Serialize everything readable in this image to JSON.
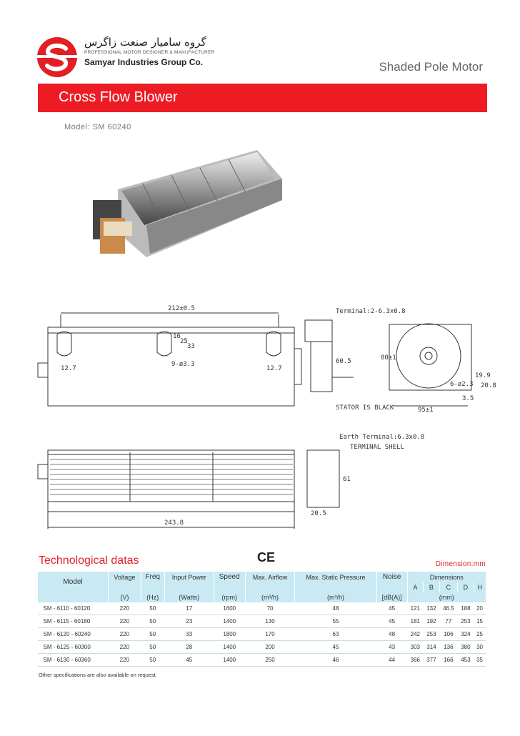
{
  "brand": {
    "persian_name": "گروه سامیار صنعت زاگرس",
    "tagline": "PROFESSIONAL MOTOR DESIGNER & MANUFACTURER",
    "english_name": "Samyar Industries Group Co."
  },
  "header": {
    "category": "Shaded Pole Motor"
  },
  "banner": {
    "title": "Cross Flow Blower"
  },
  "model": {
    "label": "Model: SM 60240"
  },
  "drawing": {
    "top_length": "212±0.5",
    "slot_dims": [
      "16",
      "25",
      "33"
    ],
    "hole_label": "9-ø3.3",
    "left_edge": "12.7",
    "right_edge": "12.7",
    "terminal": "Terminal:2-6.3x0.8",
    "height_side": "60.5",
    "stator_note": "STATOR IS BLACK",
    "end_height": "80±1",
    "end_width": "95±1",
    "end_holes": "6-ø2.3",
    "end_dims": [
      "19.9",
      "20.8"
    ],
    "end_small": "3.5",
    "earth_terminal": "Earth Terminal:6.3x0.8",
    "terminal_shell": "TERMINAL SHELL",
    "bottom_height": "61",
    "bottom_depth": "20.5",
    "bottom_length": "243.8"
  },
  "tech": {
    "title": "Technological datas",
    "ce_mark": "CE",
    "dimension_unit": "Dimension:mm",
    "headers": {
      "model": "Model",
      "voltage": "Voltage",
      "freq": "Freq",
      "input_power": "Input Power",
      "speed": "Speed",
      "airflow": "Max. Airflow",
      "pressure": "Max. Static Pressure",
      "noise": "Noise",
      "dimensions": "Dimensions",
      "dim_cols": [
        "A",
        "B",
        "C",
        "D",
        "H"
      ]
    },
    "units": {
      "voltage": "(V)",
      "freq": "(Hz)",
      "input_power": "(Watts)",
      "speed": "(rpm)",
      "airflow": "(m³/h)",
      "pressure": "(m³/h)",
      "noise": "[dB(A)]",
      "dimensions": "(mm)"
    },
    "rows": [
      [
        "SM - 6110 - 60120",
        "220",
        "50",
        "17",
        "1600",
        "70",
        "48",
        "45",
        "121",
        "132",
        "46.5",
        "188",
        "20"
      ],
      [
        "SM - 6115 - 60180",
        "220",
        "50",
        "23",
        "1400",
        "130",
        "55",
        "45",
        "181",
        "192",
        "77",
        "253",
        "15"
      ],
      [
        "SM - 6120 - 60240",
        "220",
        "50",
        "33",
        "1800",
        "170",
        "63",
        "48",
        "242",
        "253",
        "106",
        "324",
        "25"
      ],
      [
        "SM - 6125 - 60300",
        "220",
        "50",
        "28",
        "1400",
        "200",
        "45",
        "43",
        "303",
        "314",
        "136",
        "380",
        "30"
      ],
      [
        "SM - 6130 - 60360",
        "220",
        "50",
        "45",
        "1400",
        "250",
        "46",
        "44",
        "366",
        "377",
        "166",
        "453",
        "35"
      ]
    ],
    "footnote": "Other specifications are also available on request."
  },
  "colors": {
    "accent_red": "#ed1c24",
    "table_header": "#c9eaf4"
  }
}
